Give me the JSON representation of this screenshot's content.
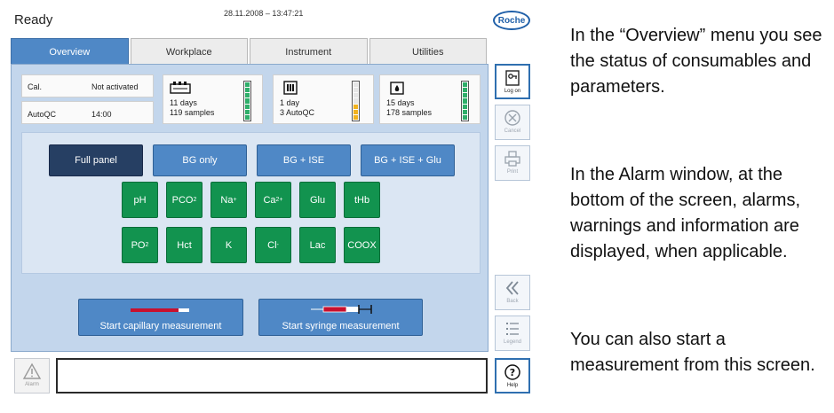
{
  "header": {
    "status": "Ready",
    "datetime": "28.11.2008 – 13:47:21",
    "brand": "Roche"
  },
  "tabs": [
    {
      "label": "Overview",
      "active": true
    },
    {
      "label": "Workplace",
      "active": false
    },
    {
      "label": "Instrument",
      "active": false
    },
    {
      "label": "Utilities",
      "active": false
    }
  ],
  "info": {
    "cal_label": "Cal.",
    "cal_value": "Not activated",
    "autoqc_label": "AutoQC",
    "autoqc_value": "14:00"
  },
  "consumables": [
    {
      "icon": "sensor-cassette-icon",
      "line1": "11 days",
      "line2": "119 samples",
      "gauge": [
        "g",
        "g",
        "g",
        "g",
        "g",
        "g",
        "g"
      ]
    },
    {
      "icon": "autoqc-pack-icon",
      "line1": "1 day",
      "line2": "3 AutoQC",
      "gauge": [
        "e",
        "e",
        "e",
        "e",
        "y",
        "y",
        "y"
      ]
    },
    {
      "icon": "solution-pack-icon",
      "line1": "15 days",
      "line2": "178 samples",
      "gauge": [
        "g",
        "g",
        "g",
        "g",
        "g",
        "g",
        "g"
      ]
    }
  ],
  "modes": [
    {
      "label": "Full panel",
      "active": true
    },
    {
      "label": "BG only",
      "active": false
    },
    {
      "label": "BG + ISE",
      "active": false
    },
    {
      "label": "BG + ISE + Glu",
      "active": false
    }
  ],
  "parameters": {
    "row1": [
      {
        "label": "pH"
      },
      {
        "label": "PCO",
        "sub": "2"
      },
      {
        "label": "Na",
        "sup": "+"
      },
      {
        "label": "Ca",
        "sup": "2+"
      },
      {
        "label": "Glu"
      },
      {
        "label": "tHb"
      }
    ],
    "row2": [
      {
        "label": "PO",
        "sub": "2"
      },
      {
        "label": "Hct"
      },
      {
        "label": "K"
      },
      {
        "label": "Cl",
        "sup": "-"
      },
      {
        "label": "Lac"
      },
      {
        "label": "COOX"
      }
    ]
  },
  "measurement": {
    "capillary_label": "Start capillary measurement",
    "syringe_label": "Start syringe measurement"
  },
  "side_buttons": {
    "logon": "Log on",
    "cancel": "Cancel",
    "print": "Print",
    "back": "Back",
    "legend": "Legend",
    "help": "Help"
  },
  "alarm": {
    "button_label": "Alarm",
    "message": ""
  },
  "description": {
    "p1": "In the “Overview” menu you see the status of consumables and parameters.",
    "p2": "In the Alarm window, at the bottom of the screen, alarms, warnings and information are displayed, when applicable.",
    "p3": "You can also start a measurement from this screen."
  },
  "colors": {
    "tab_active": "#4f88c6",
    "mode_active": "#263f63",
    "parameter_green": "#12934f",
    "panel_bg": "#c3d6ec",
    "gauge_green": "#2fae6a",
    "gauge_yellow": "#f1b21d"
  }
}
